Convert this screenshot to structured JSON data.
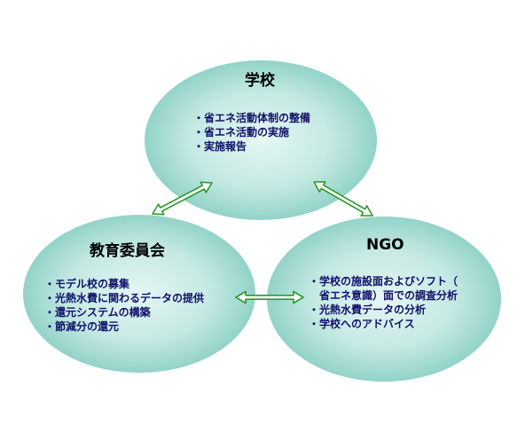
{
  "colors": {
    "ellipse_center": "#e6f6f3",
    "ellipse_edge": "#86cdc2",
    "arrow_fill": "#ffffff",
    "arrow_stroke": "#2a9a2a",
    "text_title": "#000000",
    "text_item": "#10106a"
  },
  "nodes": {
    "school": {
      "title": "学校",
      "items": [
        "・省エネ活動体制の整備",
        "・省エネ活動の実施",
        "・実施報告"
      ]
    },
    "committee": {
      "title": "教育委員会",
      "items": [
        "・モデル校の募集",
        "・光熱水費に関わるデータの提供",
        "・還元システムの構築",
        "・節減分の還元"
      ]
    },
    "ngo": {
      "title": "NGO",
      "items": [
        "・学校の施設面およびソフト（",
        "　省エネ意識）面での調査分析",
        "・光熱水費データの分析",
        "・学校へのアドバイス"
      ]
    }
  },
  "connectors": [
    {
      "from": "school",
      "to": "committee",
      "type": "double-arrow"
    },
    {
      "from": "school",
      "to": "ngo",
      "type": "double-arrow"
    },
    {
      "from": "committee",
      "to": "ngo",
      "type": "double-arrow"
    }
  ]
}
